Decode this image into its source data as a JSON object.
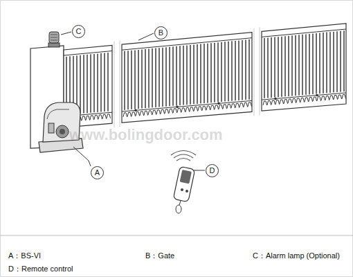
{
  "diagram": {
    "nodes": [
      {
        "text": [
          "C"
        ]
      },
      {
        "text": [
          "B"
        ]
      },
      {
        "text": [
          "A"
        ]
      },
      {
        "text": [
          "D"
        ]
      }
    ],
    "labels": [
      "www.bolingdoor.com",
      "A：BS-VI",
      "B：Gate",
      "C：Alarm lamp (Optional)",
      "D：Remote control"
    ]
  }
}
